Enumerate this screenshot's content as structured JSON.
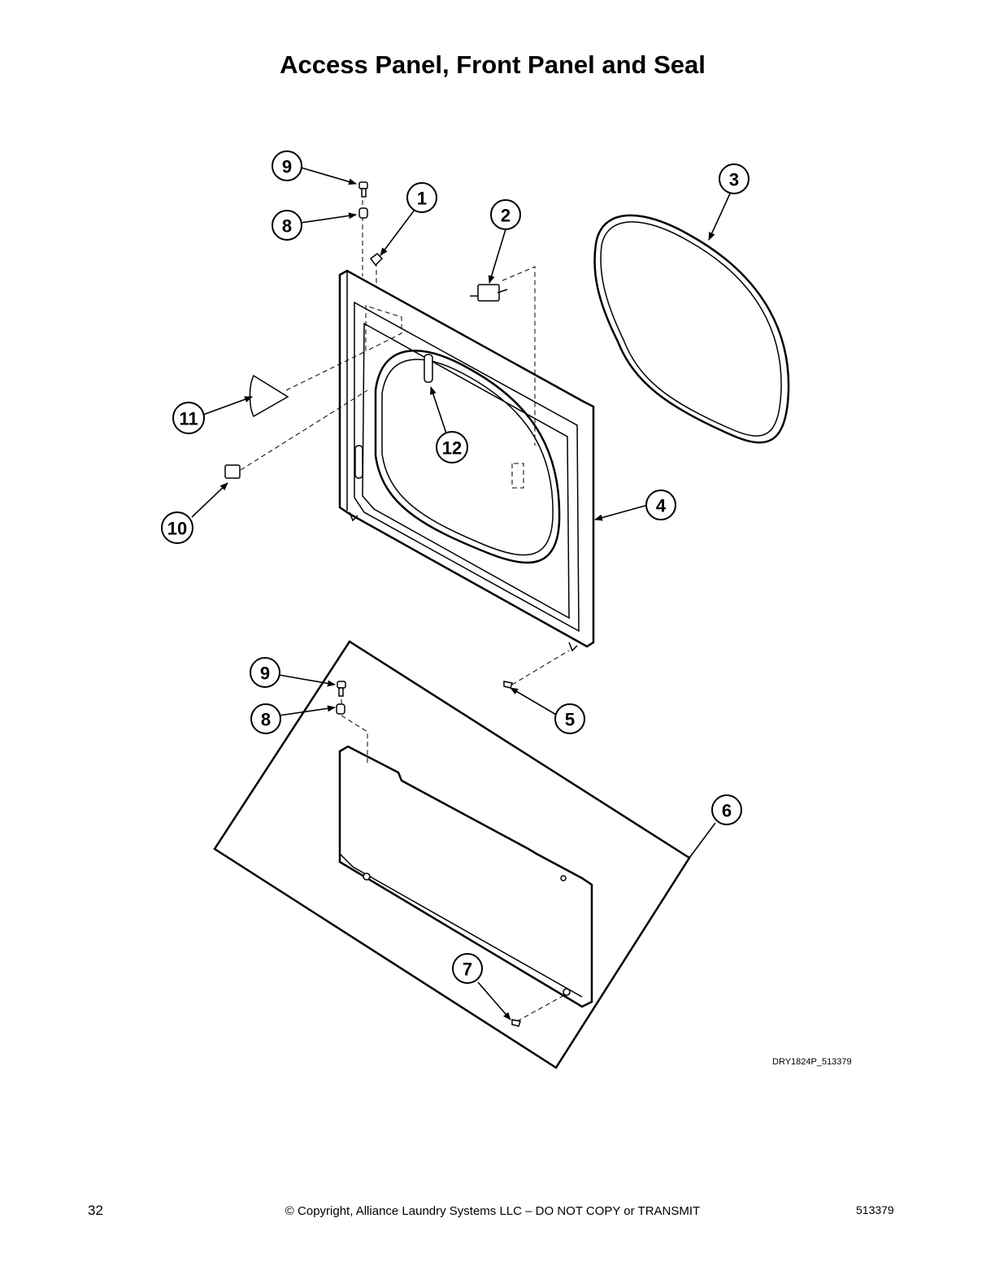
{
  "page": {
    "title": "Access Panel, Front Panel and Seal",
    "drawing_code": "DRY1824P_513379",
    "page_number": "32",
    "copyright": "© Copyright, Alliance Laundry Systems LLC – DO NOT COPY or TRANSMIT",
    "doc_number": "513379"
  },
  "callouts": {
    "c1": "1",
    "c2": "2",
    "c3": "3",
    "c4": "4",
    "c5": "5",
    "c6": "6",
    "c7": "7",
    "c8a": "8",
    "c8b": "8",
    "c9a": "9",
    "c9b": "9",
    "c10": "10",
    "c11": "11",
    "c12": "12"
  }
}
